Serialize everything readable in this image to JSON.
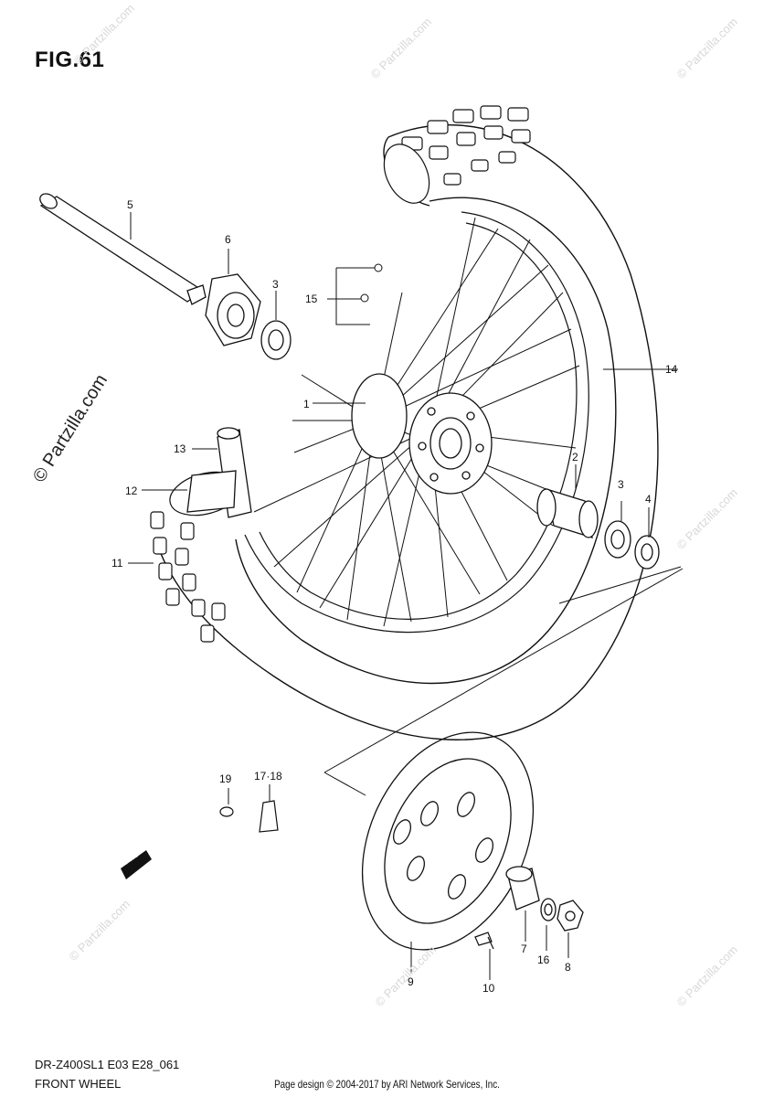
{
  "figure": {
    "title": "FIG.61",
    "model_code": "DR-Z400SL1 E03 E28_061",
    "section_name": "FRONT WHEEL"
  },
  "footer": {
    "credit": "Page design © 2004-2017 by ARI Network Services, Inc."
  },
  "watermark": {
    "main": "© Partzilla.com",
    "small": "© Partzilla.com"
  },
  "callouts": {
    "c1": "1",
    "c2": "2",
    "c3a": "3",
    "c3b": "3",
    "c4": "4",
    "c5": "5",
    "c6": "6",
    "c7": "7",
    "c8": "8",
    "c9": "9",
    "c10": "10",
    "c11": "11",
    "c12": "12",
    "c13": "13",
    "c14": "14",
    "c15": "15",
    "c16": "16",
    "c17_18": "17·18",
    "c19": "19"
  },
  "fwd_badge": "FWD"
}
